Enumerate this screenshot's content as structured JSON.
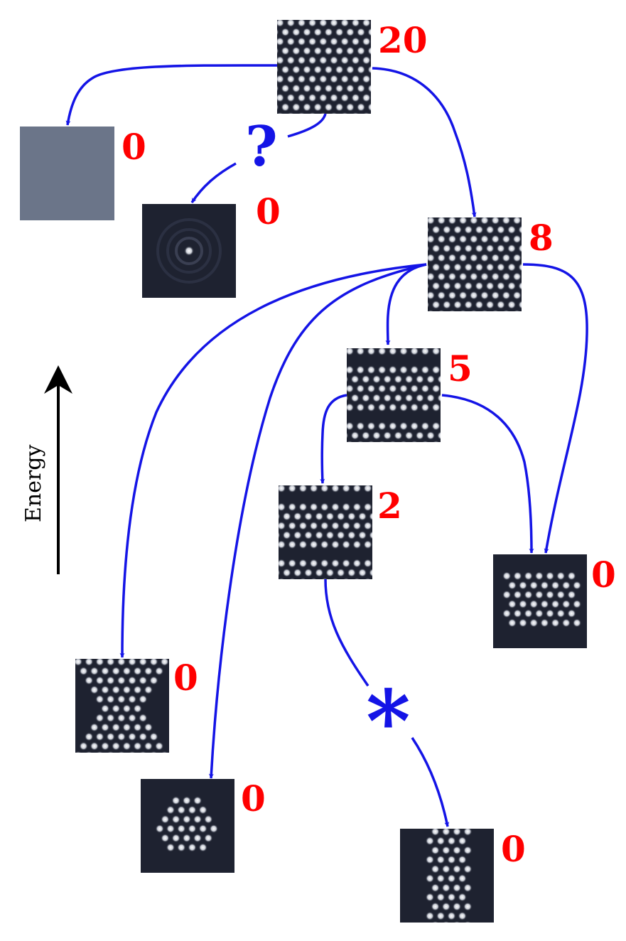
{
  "axis": {
    "label": "Energy"
  },
  "nodes": [
    {
      "id": "n20",
      "value": "20",
      "pattern": "full-lattice"
    },
    {
      "id": "nA",
      "value": "0",
      "pattern": "uniform"
    },
    {
      "id": "nB",
      "value": "0",
      "pattern": "single-spot"
    },
    {
      "id": "n8",
      "value": "8",
      "pattern": "full-lattice"
    },
    {
      "id": "n5",
      "value": "5",
      "pattern": "lattice-with-stripes"
    },
    {
      "id": "n2",
      "value": "2",
      "pattern": "lattice-with-stripes"
    },
    {
      "id": "nC",
      "value": "0",
      "pattern": "horizontal-band"
    },
    {
      "id": "nD",
      "value": "0",
      "pattern": "x-shape"
    },
    {
      "id": "nE",
      "value": "0",
      "pattern": "hexagonal-cluster"
    },
    {
      "id": "nF",
      "value": "0",
      "pattern": "vertical-band"
    }
  ],
  "edges": [
    {
      "from": "n20",
      "to": "nA"
    },
    {
      "from": "n20",
      "to": "nB",
      "marker": "?"
    },
    {
      "from": "n20",
      "to": "n8"
    },
    {
      "from": "n8",
      "to": "n5"
    },
    {
      "from": "n8",
      "to": "nC"
    },
    {
      "from": "n8",
      "to": "nD"
    },
    {
      "from": "n8",
      "to": "nE"
    },
    {
      "from": "n5",
      "to": "n2"
    },
    {
      "from": "n5",
      "to": "nC"
    },
    {
      "from": "n2",
      "to": "nF",
      "marker": "*"
    }
  ],
  "markers": {
    "question": "?",
    "asterisk": "*"
  },
  "colors": {
    "arrow": "#1414e6",
    "label": "#ff0000",
    "tile_background": "#1e2230",
    "uniform_tile": "#6b7589"
  }
}
